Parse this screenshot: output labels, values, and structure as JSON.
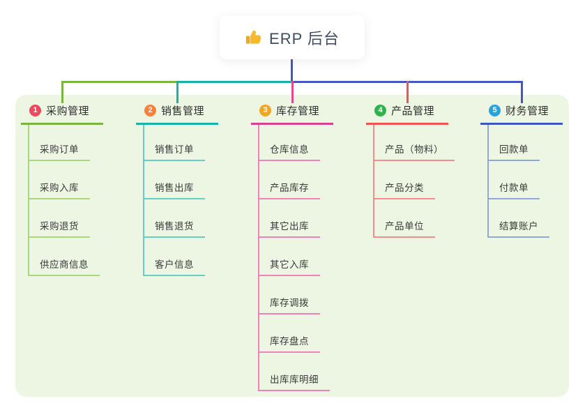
{
  "root": {
    "label": "ERP 后台",
    "icon": "thumbs-up-icon"
  },
  "panel_color": "#ecf6e3",
  "trunk_color": "#4356c1",
  "branches": [
    {
      "number": "1",
      "label": "采购管理",
      "badge_color": "#f0485c",
      "line_color": "#7cb440",
      "item_line_color": "#a9d77d",
      "drop_color": "#7cb440",
      "items": [
        "采购订单",
        "采购入库",
        "采购退货",
        "供应商信息"
      ]
    },
    {
      "number": "2",
      "label": "销售管理",
      "badge_color": "#f9813a",
      "line_color": "#17b3a8",
      "item_line_color": "#63cfc5",
      "drop_color": "#17b3a8",
      "items": [
        "销售订单",
        "销售出库",
        "销售退货",
        "客户信息"
      ]
    },
    {
      "number": "3",
      "label": "库存管理",
      "badge_color": "#f2a71c",
      "line_color": "#d84090",
      "item_line_color": "#ef82b8",
      "drop_color": "#e5488f",
      "items": [
        "仓库信息",
        "产品库存",
        "其它出库",
        "其它入库",
        "库存调拨",
        "库存盘点",
        "出库库明细"
      ]
    },
    {
      "number": "4",
      "label": "产品管理",
      "badge_color": "#2db44d",
      "line_color": "#f15353",
      "item_line_color": "#f48d8d",
      "drop_color": "#f15353",
      "items": [
        "产品（物料）",
        "产品分类",
        "产品单位"
      ]
    },
    {
      "number": "5",
      "label": "财务管理",
      "badge_color": "#29a3dc",
      "line_color": "#3a57c2",
      "item_line_color": "#8ea8de",
      "drop_color": "#4356c1",
      "items": [
        "回款单",
        "付款单",
        "结算账户"
      ]
    }
  ],
  "trunk_segments": [
    {
      "between": [
        0,
        1
      ],
      "color": "#7cb440"
    },
    {
      "between": [
        1,
        2
      ],
      "color": "#17b3a8"
    },
    {
      "between": [
        2,
        4
      ],
      "color": "#4356c1"
    }
  ]
}
